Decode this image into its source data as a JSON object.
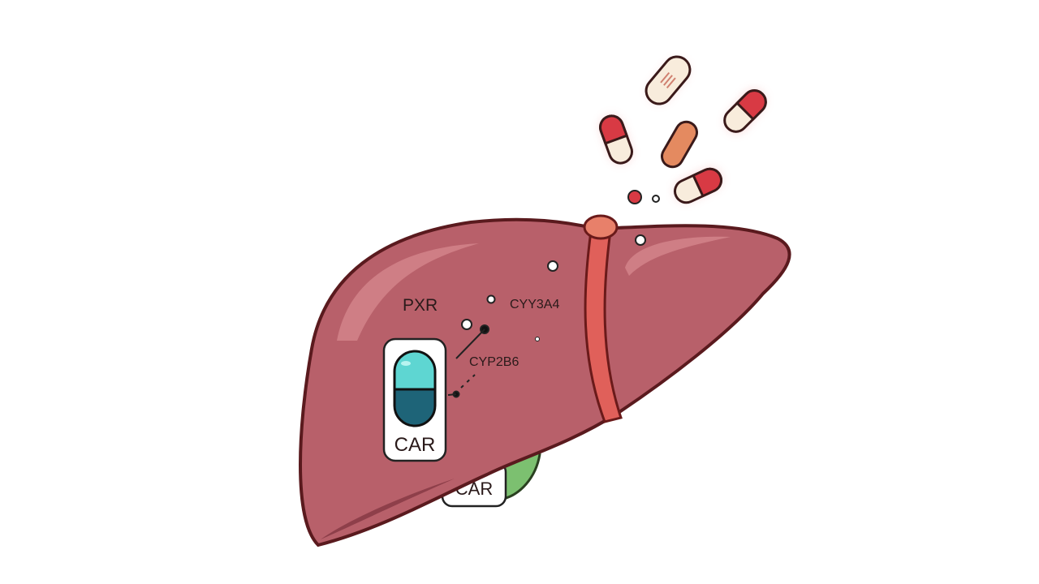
{
  "labels": {
    "pxr": "PXR",
    "cyp3a4": "CYY3A4",
    "cyp2b6": "CYP2B6",
    "car_main": "CAR",
    "car_secondary": "CAR"
  },
  "colors": {
    "liver": "#b8606a",
    "liver_highlight": "#d4868c",
    "liver_outline": "#5a1a1e",
    "ligament": "#e0605a",
    "capsule_top": "#5ed6d2",
    "capsule_bottom": "#1e6478",
    "pill_red": "#d83a44",
    "pill_cream": "#f8ecdc",
    "pill_orange": "#e48a60",
    "gallbladder": "#7cc070"
  },
  "icons": [
    "liver-illustration",
    "capsule-icon",
    "pill-icon",
    "tablet-icon"
  ]
}
